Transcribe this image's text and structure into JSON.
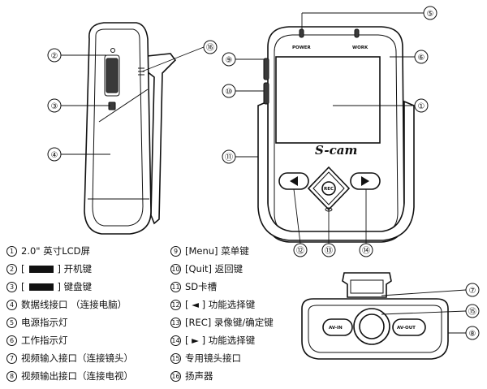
{
  "device": {
    "power_label": "POWER",
    "work_label": "WORK",
    "brand": "S-cam",
    "rec_label": "REC",
    "av_in_label": "AV-IN",
    "av_out_label": "AV-OUT"
  },
  "callouts": [
    {
      "id": "c1",
      "num": "①"
    },
    {
      "id": "c2",
      "num": "②"
    },
    {
      "id": "c3",
      "num": "③"
    },
    {
      "id": "c4",
      "num": "④"
    },
    {
      "id": "c5",
      "num": "⑤"
    },
    {
      "id": "c6",
      "num": "⑥"
    },
    {
      "id": "c7",
      "num": "⑦"
    },
    {
      "id": "c8",
      "num": "⑧"
    },
    {
      "id": "c9",
      "num": "⑨"
    },
    {
      "id": "c10",
      "num": "⑩"
    },
    {
      "id": "c11",
      "num": "⑪"
    },
    {
      "id": "c12",
      "num": "⑫"
    },
    {
      "id": "c13",
      "num": "⑬"
    },
    {
      "id": "c14",
      "num": "⑭"
    },
    {
      "id": "c15",
      "num": "⑮"
    },
    {
      "id": "c16",
      "num": "⑯"
    }
  ],
  "legend": {
    "left": [
      {
        "num": "1",
        "pre": "",
        "text": "2.0\" 英寸LCD屏"
      },
      {
        "num": "2",
        "pre": "[",
        "post": "] 开机键"
      },
      {
        "num": "3",
        "pre": "[",
        "post": "] 键盘键"
      },
      {
        "num": "4",
        "text": "数据线接口 （连接电脑）"
      },
      {
        "num": "5",
        "text": "电源指示灯"
      },
      {
        "num": "6",
        "text": "工作指示灯"
      },
      {
        "num": "7",
        "text": "视频输入接口（连接镜头）"
      },
      {
        "num": "8",
        "text": "视频输出接口（连接电视）"
      }
    ],
    "right": [
      {
        "num": "9",
        "text": "[Menu] 菜单键"
      },
      {
        "num": "10",
        "text": "[Quit] 返回键"
      },
      {
        "num": "11",
        "text": "SD卡槽"
      },
      {
        "num": "12",
        "text": "[ ◄ ] 功能选择键"
      },
      {
        "num": "13",
        "text": "[REC] 录像键/确定键"
      },
      {
        "num": "14",
        "text": "[ ► ] 功能选择键"
      },
      {
        "num": "15",
        "text": "专用镜头接口"
      },
      {
        "num": "16",
        "text": "扬声器"
      }
    ]
  }
}
